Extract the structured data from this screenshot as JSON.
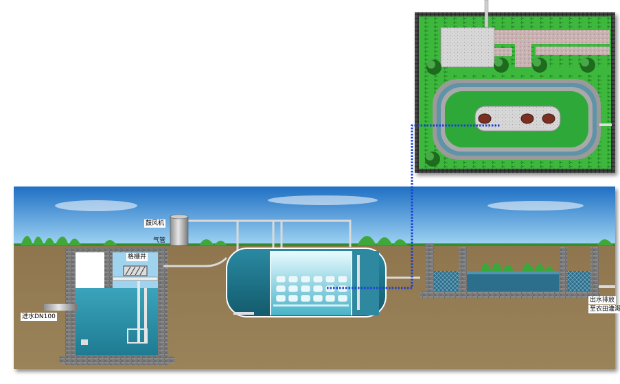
{
  "labels": {
    "inlet_pipe": "进水DN100",
    "blower": "鼓风机",
    "air_line": "气管",
    "grille_well": "格栅井",
    "outlet_line1": "出水排放",
    "outlet_line2": "至农田灌溉"
  },
  "colors": {
    "sky": "#3b8fd6",
    "soil": "#8e7550",
    "water": "#2d8fa6",
    "tank_body": "#1f6f86",
    "grass": "#3ab43a",
    "pipe": "#d6d6d6",
    "route_line": "#1a3fd4",
    "wall": "#5e5e5e"
  },
  "icons": [
    "blower-icon",
    "tree-icon",
    "media-block-icon"
  ]
}
